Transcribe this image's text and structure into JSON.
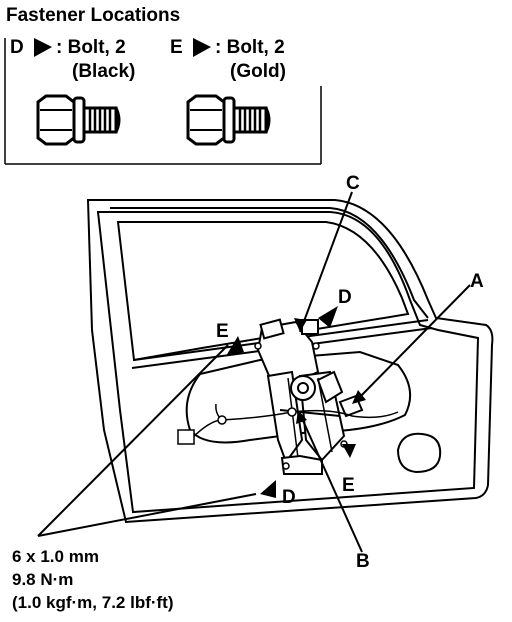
{
  "title": "Fastener Locations",
  "fasteners": [
    {
      "letter": "D",
      "arrow_icon": "triangle-right-icon",
      "desc": ": Bolt, 2",
      "color_label": "(Black)",
      "icon": "bolt-icon"
    },
    {
      "letter": "E",
      "arrow_icon": "triangle-right-icon",
      "desc": ": Bolt, 2",
      "color_label": "(Gold)",
      "icon": "bolt-icon"
    }
  ],
  "callouts": {
    "a": "A",
    "b": "B",
    "c": "C",
    "d": "D",
    "e": "E"
  },
  "torque": {
    "size": "6 x 1.0 mm",
    "nm": "9.8 N·m",
    "alt": "(1.0 kgf·m, 7.2 lbf·ft)"
  }
}
